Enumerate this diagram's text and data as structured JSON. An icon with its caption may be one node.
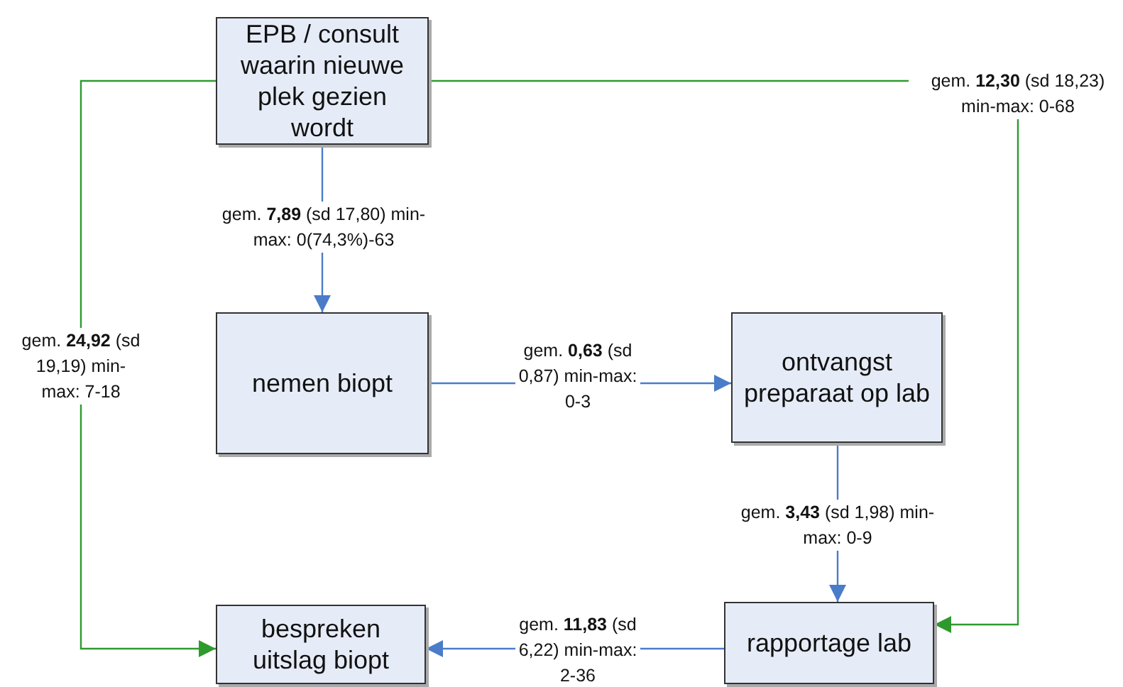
{
  "diagram": {
    "nodes": [
      {
        "text": [
          "EPB / consult waarin nieuwe plek gezien wordt"
        ]
      },
      {
        "text": [
          "nemen biopt"
        ]
      },
      {
        "text": [
          "ontvangst preparaat op lab"
        ]
      },
      {
        "text": [
          "rapportage lab"
        ]
      },
      {
        "text": [
          "bespreken uitslag biopt"
        ]
      }
    ],
    "edges": [
      {
        "from": 0,
        "to": 1,
        "arrow": "to",
        "label": "gem. **7,89** (sd 17,80) min-max: 0(74,3%)-63"
      },
      {
        "from": 1,
        "to": 2,
        "arrow": "to",
        "label": "gem. **0,63** (sd 0,87) min-max: 0-3"
      },
      {
        "from": 2,
        "to": 3,
        "arrow": "to",
        "label": "gem. **3,43** (sd 1,98) min-max: 0-9"
      },
      {
        "from": 3,
        "to": 4,
        "arrow": "to",
        "label": "gem. **11,83** (sd 6,22) min-max: 2-36"
      },
      {
        "from": 0,
        "to": 4,
        "arrow": "to",
        "label": "gem. **24,92** (sd 19,19) min-max: 7-18",
        "color": "#2e9a2e"
      },
      {
        "from": 0,
        "to": 3,
        "arrow": "to",
        "label": "gem. **12,30** (sd 18,23) min-max: 0-68",
        "color": "#2e9a2e"
      }
    ]
  }
}
